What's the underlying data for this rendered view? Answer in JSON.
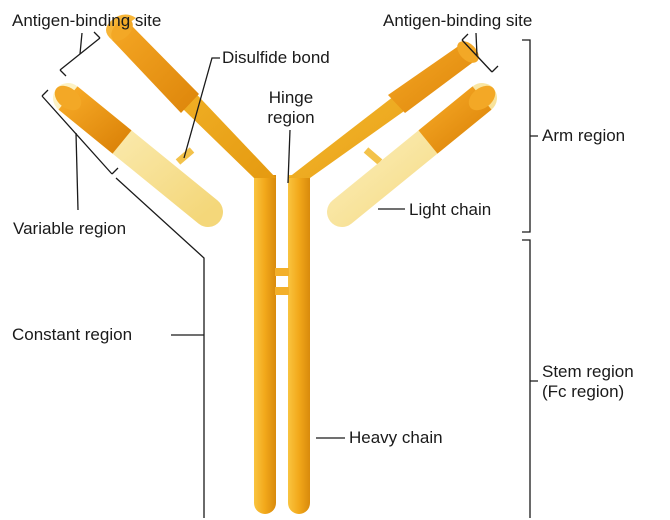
{
  "labels": {
    "antigen_binding_left": "Antigen-binding site",
    "antigen_binding_right": "Antigen-binding site",
    "disulfide_bond": "Disulfide bond",
    "hinge_line1": "Hinge",
    "hinge_line2": "region",
    "arm_region": "Arm region",
    "variable_region": "Variable region",
    "light_chain": "Light chain",
    "constant_region": "Constant region",
    "stem_line1": "Stem region",
    "stem_line2": "(Fc region)",
    "heavy_chain": "Heavy chain"
  },
  "colors": {
    "heavy_chain_constant": "#F5B423",
    "heavy_chain_variable": "#EE9A12",
    "light_chain_constant": "#F8E39A",
    "light_chain_variable": "#EE9A12",
    "leader_lines": "#1a1a1a"
  }
}
